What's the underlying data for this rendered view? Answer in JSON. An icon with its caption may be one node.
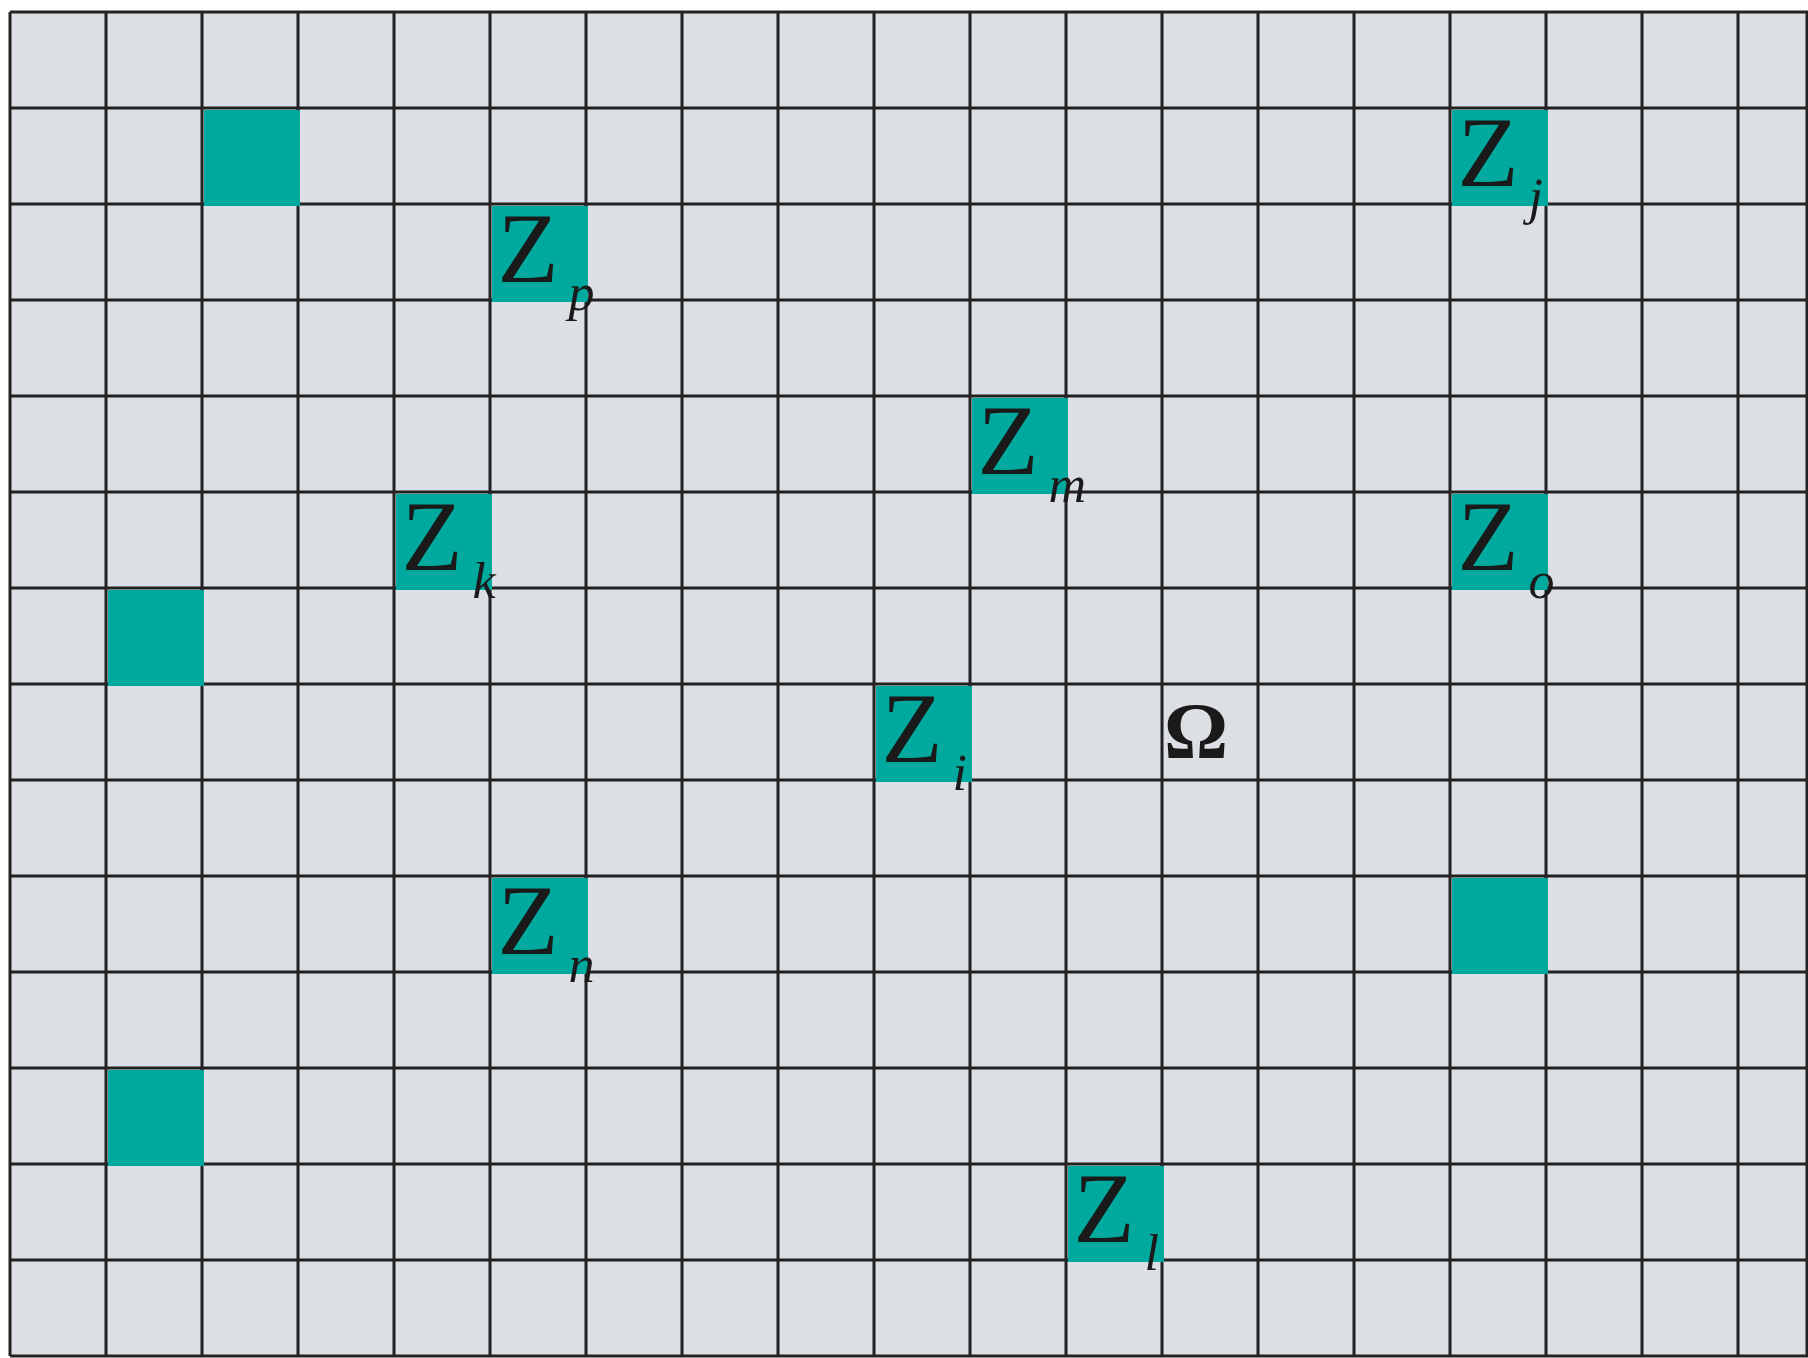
{
  "diagram": {
    "nodes": [
      {
        "text": [],
        "shape": "box"
      },
      {
        "text": [
          "Z$_{j}$"
        ]
      },
      {
        "text": [
          "Z$_{p}$"
        ]
      },
      {
        "text": [
          "Z$_{m}$"
        ]
      },
      {
        "text": [
          "Z$_{k}$"
        ]
      },
      {
        "text": [
          "Z$_{o}$"
        ]
      },
      {
        "text": [],
        "shape": "box"
      },
      {
        "text": [
          "Z$_{i}$"
        ]
      },
      {
        "text": [
          "Z$_{n}$"
        ]
      },
      {
        "text": [],
        "shape": "box"
      },
      {
        "text": [],
        "shape": "box"
      },
      {
        "text": [
          "Z$_{l}$"
        ]
      }
    ],
    "edges": [],
    "labels": [
      "Ω"
    ]
  }
}
